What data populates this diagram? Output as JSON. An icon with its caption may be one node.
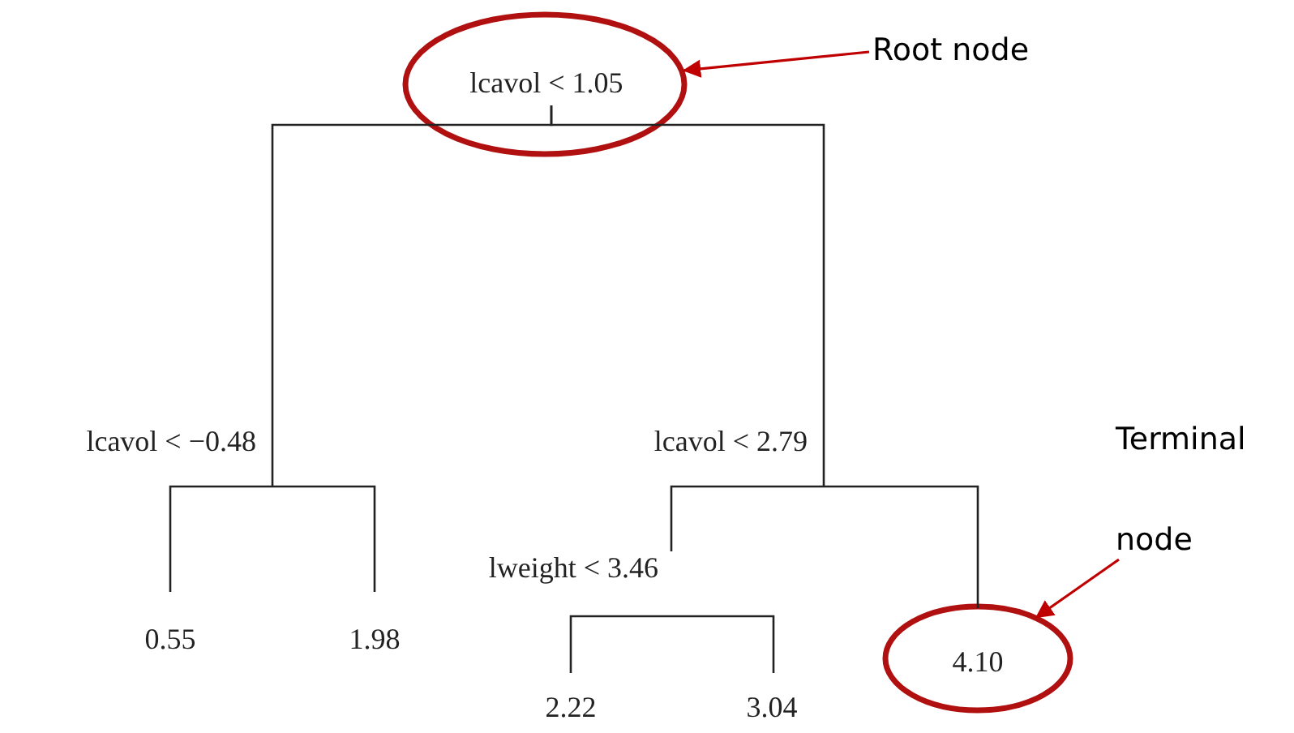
{
  "diagram": {
    "nodes": [
      {
        "text": [
          "lcavol < 1.05"
        ]
      },
      {
        "text": [
          "Root node"
        ]
      },
      {
        "text": [
          "lcavol < −0.48"
        ]
      },
      {
        "text": [
          "lcavol < 2.79"
        ]
      },
      {
        "text": [
          "0.55"
        ]
      },
      {
        "text": [
          "1.98"
        ]
      },
      {
        "text": [
          "lweight < 3.46"
        ]
      },
      {
        "text": [
          "4.10"
        ]
      },
      {
        "text": [
          "2.22"
        ]
      },
      {
        "text": [
          "3.04"
        ]
      },
      {
        "text": [
          "Terminal node"
        ]
      }
    ],
    "edges": [
      {
        "from": 1,
        "to": 0,
        "arrow": "to",
        "color": "#c00000"
      },
      {
        "from": 0,
        "to": 2,
        "arrow": "none"
      },
      {
        "from": 0,
        "to": 3,
        "arrow": "none"
      },
      {
        "from": 2,
        "to": 4,
        "arrow": "none"
      },
      {
        "from": 2,
        "to": 5,
        "arrow": "none"
      },
      {
        "from": 3,
        "to": 6,
        "arrow": "none"
      },
      {
        "from": 3,
        "to": 7,
        "arrow": "none"
      },
      {
        "from": 6,
        "to": 8,
        "arrow": "none"
      },
      {
        "from": 6,
        "to": 9,
        "arrow": "none"
      },
      {
        "from": 10,
        "to": 7,
        "arrow": "to",
        "color": "#c00000"
      }
    ]
  }
}
